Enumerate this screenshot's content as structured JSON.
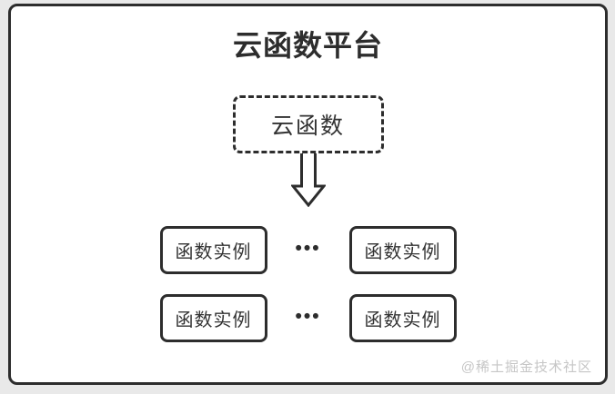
{
  "diagram": {
    "title": "云函数平台",
    "cloud_function": {
      "label": "云函数"
    },
    "arrow": {
      "direction": "down"
    },
    "instance_rows": [
      {
        "left": "函数实例",
        "separator": "•••",
        "right": "函数实例"
      },
      {
        "left": "函数实例",
        "separator": "•••",
        "right": "函数实例"
      }
    ],
    "watermark": "@稀土掘金技术社区",
    "colors": {
      "line": "#2d2d2d",
      "text": "#333333",
      "canvas": "#ffffff",
      "page_background": "#e9e9e9",
      "watermark_text": "#c6c6c6"
    }
  }
}
